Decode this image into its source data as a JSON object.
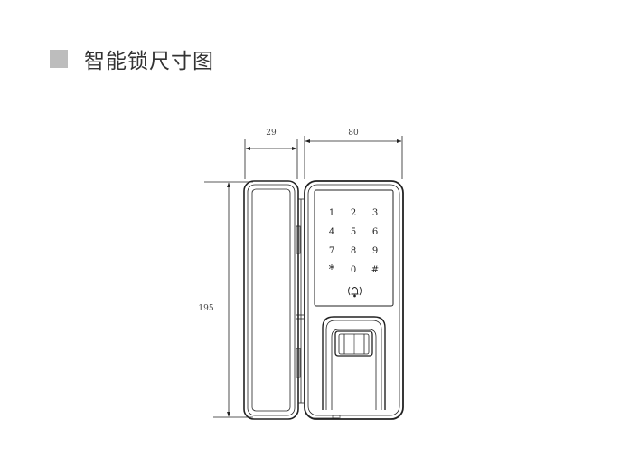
{
  "header": {
    "title": "智能锁尺寸图"
  },
  "dimensions": {
    "depth": "29",
    "width": "80",
    "height": "195"
  },
  "keypad": {
    "rows": [
      [
        "1",
        "2",
        "3"
      ],
      [
        "4",
        "5",
        "6"
      ],
      [
        "7",
        "8",
        "9"
      ],
      [
        "*",
        "0",
        "#"
      ]
    ]
  },
  "colors": {
    "line": "#222222",
    "accent_square": "#bdbdbd"
  }
}
